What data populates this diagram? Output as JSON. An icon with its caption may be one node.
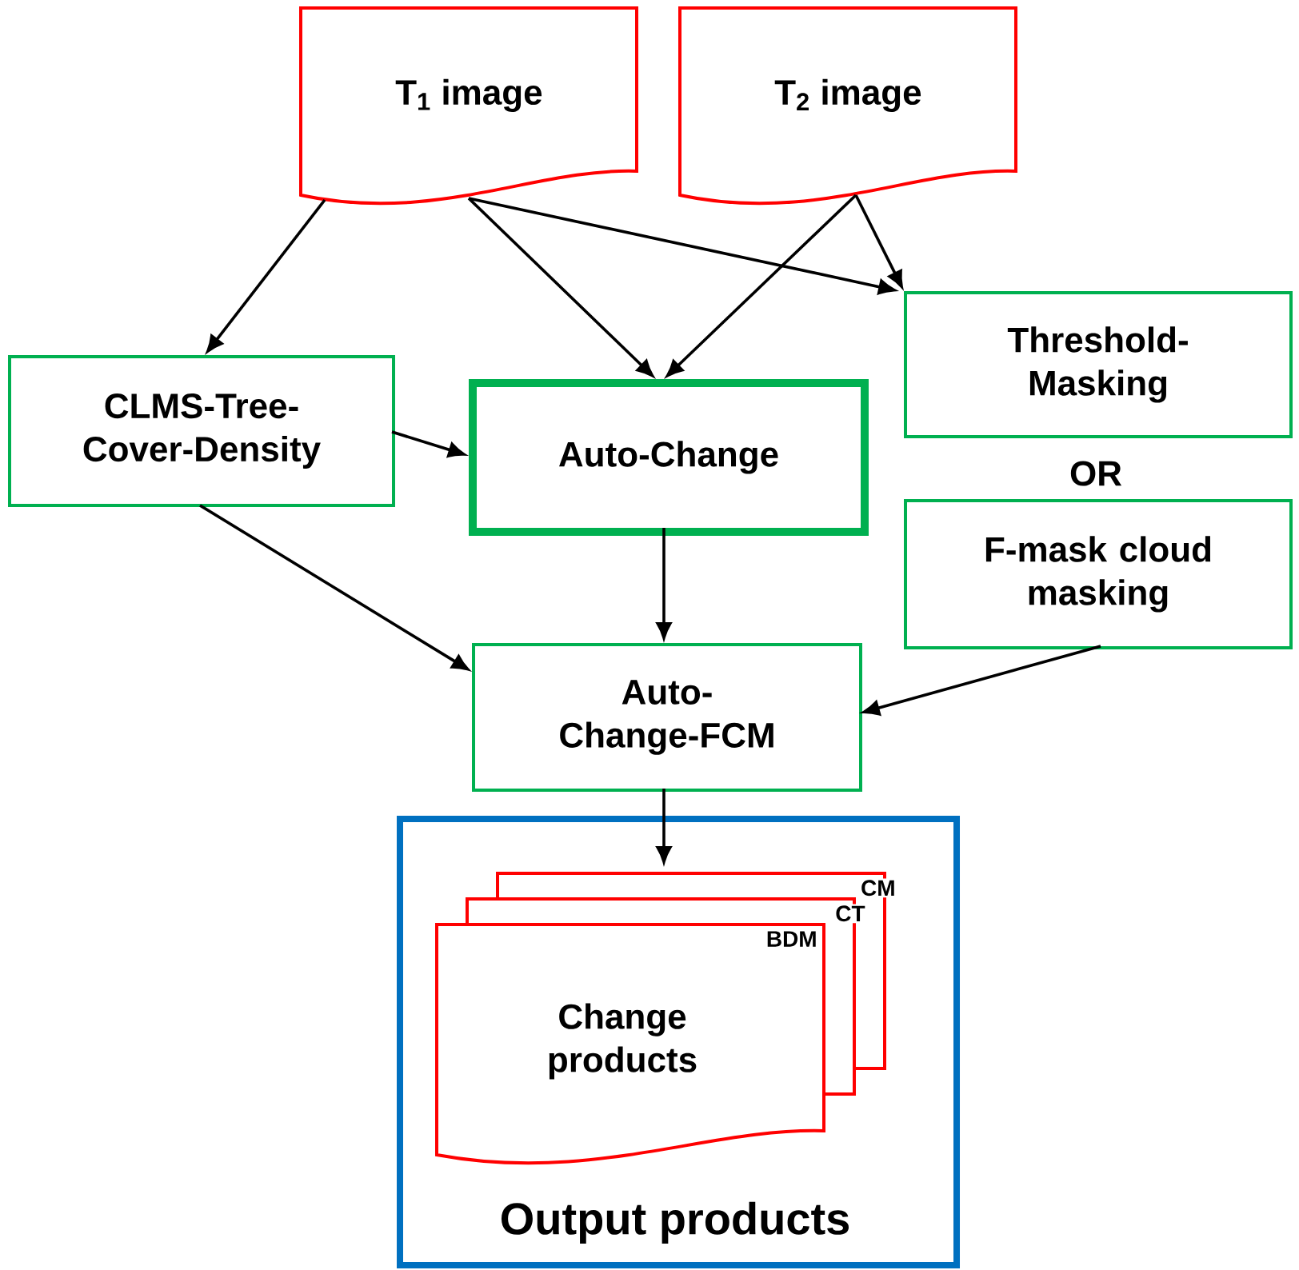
{
  "diagram": {
    "nodes": [
      {
        "text": [
          "T$_{1}$ image"
        ]
      },
      {
        "text": [
          "T$_{2}$ image"
        ]
      },
      {
        "text": [
          "CLMS-Tree-Cover-Density"
        ]
      },
      {
        "text": [
          "Auto-Change"
        ]
      },
      {
        "text": [
          "Threshold-Masking"
        ]
      },
      {
        "text": [
          "F-mask cloud masking"
        ]
      },
      {
        "text": [
          "Auto-Change-FCM"
        ]
      },
      {
        "text": [
          "Output products"
        ]
      },
      {
        "text": [
          "CM",
          "CT",
          "BDM",
          "Change products"
        ],
        "in": 7
      }
    ],
    "edges": [
      {
        "from": 0,
        "to": 2,
        "arrow": "to"
      },
      {
        "from": 0,
        "to": 3,
        "arrow": "to"
      },
      {
        "from": 1,
        "to": 3,
        "arrow": "to"
      },
      {
        "from": 0,
        "to": 4,
        "arrow": "to"
      },
      {
        "from": 1,
        "to": 4,
        "arrow": "to"
      },
      {
        "from": 2,
        "to": 3,
        "arrow": "to"
      },
      {
        "from": 3,
        "to": 6,
        "arrow": "to"
      },
      {
        "from": 2,
        "to": 6,
        "arrow": "to"
      },
      {
        "from": 5,
        "to": 6,
        "arrow": "to"
      },
      {
        "from": 6,
        "to": 8,
        "arrow": "to"
      }
    ],
    "labels": [
      "OR"
    ]
  }
}
